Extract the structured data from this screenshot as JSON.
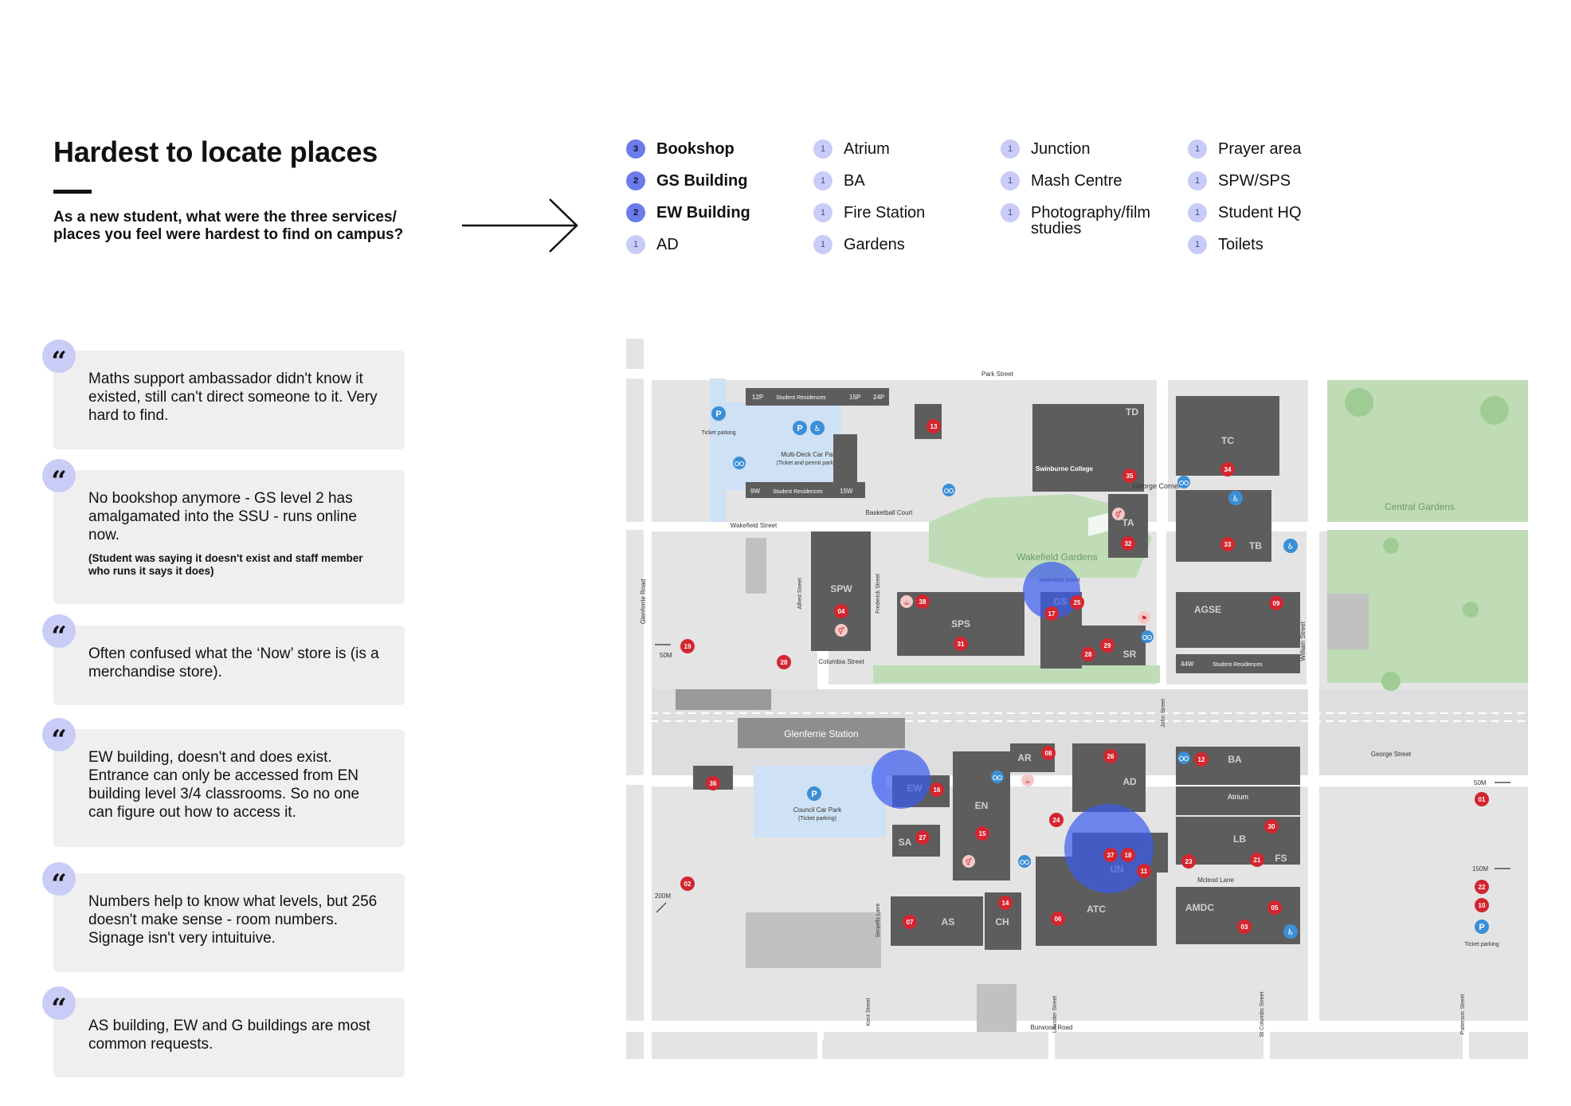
{
  "header": {
    "title": "Hardest to locate places",
    "question": "As a new student, what were the three services/ places you feel were hardest to find on campus?"
  },
  "legend": {
    "items": [
      {
        "count": "3",
        "label": "Bookshop",
        "bold": true
      },
      {
        "count": "2",
        "label": "GS Building",
        "bold": true
      },
      {
        "count": "2",
        "label": "EW Building",
        "bold": true
      },
      {
        "count": "1",
        "label": "AD",
        "bold": false
      },
      {
        "count": "1",
        "label": "Atrium",
        "bold": false
      },
      {
        "count": "1",
        "label": "BA",
        "bold": false
      },
      {
        "count": "1",
        "label": "Fire Station",
        "bold": false
      },
      {
        "count": "1",
        "label": "Gardens",
        "bold": false
      },
      {
        "count": "1",
        "label": "Junction",
        "bold": false
      },
      {
        "count": "1",
        "label": "Mash Centre",
        "bold": false
      },
      {
        "count": "1",
        "label": "Photography/film studies",
        "bold": false
      },
      {
        "count": "1",
        "label": "Prayer area",
        "bold": false
      },
      {
        "count": "1",
        "label": "SPW/SPS",
        "bold": false
      },
      {
        "count": "1",
        "label": "Student HQ",
        "bold": false
      },
      {
        "count": "1",
        "label": "Toilets",
        "bold": false
      }
    ]
  },
  "quotes": [
    {
      "text": "Maths support ambassador didn't know it existed, still can't direct someone to it. Very hard to find.",
      "note": ""
    },
    {
      "text": "No bookshop anymore - GS level 2 has amalgamated into the SSU - runs online now.",
      "note": "(Student was saying it doesn't exist and staff member who runs it says it does)"
    },
    {
      "text": "Often confused what the ‘Now’ store is (is a merchandise store).",
      "note": ""
    },
    {
      "text": "EW building, doesn't and does exist. Entrance can only be accessed from EN building level 3/4 classrooms. So no one can figure out how to access it.",
      "note": ""
    },
    {
      "text": "Numbers help to know what levels, but 256 doesn't make sense - room numbers. Signage isn't very intuituive.",
      "note": ""
    },
    {
      "text": "AS building, EW and G buildings are most common requests.",
      "note": ""
    }
  ],
  "map": {
    "streets": {
      "park": "Park Street",
      "wakefield": "Wakefield Street",
      "glenferrie": "Glenferrie Road",
      "alfred": "Alfred Street",
      "frederick": "Frederick Street",
      "columbia": "Columbia Street",
      "john": "John Street",
      "william": "William Street",
      "george": "George Street",
      "mcleod": "Mcleod Lane",
      "burwood": "Burwood Road",
      "serpells": "Serpells Lane",
      "kent": "Kent Street",
      "launder": "Launder Street",
      "stcolumbs": "St Columbs Street",
      "patterson": "Patterson Street",
      "basketball": "Basketball Court"
    },
    "places": {
      "central_gardens": "Central Gardens",
      "wakefield_gardens": "Wakefield Gardens",
      "glenferrie_station": "Glenferrie Station",
      "george_corner": "George Corner",
      "swinburne_college": "Swinburne College",
      "ticket_parking": "Ticket parking",
      "multideck": "Multi-Deck Car Park",
      "multideck_sub": "(Ticket and permit parking)",
      "council": "Council Car Park",
      "council_sub": "(Ticket parking)",
      "student_residences": "Student Residences",
      "atrium": "Atrium"
    },
    "distances": {
      "d50m_left": "50M",
      "d200m": "200M",
      "d50m_right": "50M",
      "d150m": "150M"
    },
    "buildings": [
      {
        "code": "TD"
      },
      {
        "code": "TC"
      },
      {
        "code": "TA"
      },
      {
        "code": "TB"
      },
      {
        "code": "SPW"
      },
      {
        "code": "SPS"
      },
      {
        "code": "GS"
      },
      {
        "code": "SR"
      },
      {
        "code": "AGSE"
      },
      {
        "code": "AR"
      },
      {
        "code": "AD"
      },
      {
        "code": "BA"
      },
      {
        "code": "EW"
      },
      {
        "code": "EN"
      },
      {
        "code": "SA"
      },
      {
        "code": "LB"
      },
      {
        "code": "FS"
      },
      {
        "code": "UN"
      },
      {
        "code": "ATC"
      },
      {
        "code": "AS"
      },
      {
        "code": "CH"
      },
      {
        "code": "AMDC"
      }
    ],
    "residence_labels": {
      "r12p": "12P",
      "r15p": "15P",
      "r24p": "24P",
      "r9w": "9W",
      "r15w": "15W",
      "r44w": "44W"
    },
    "markers": [
      "13",
      "35",
      "34",
      "32",
      "33",
      "38",
      "04",
      "31",
      "17",
      "25",
      "29",
      "28",
      "28",
      "19",
      "09",
      "08",
      "26",
      "12",
      "36",
      "16",
      "27",
      "15",
      "24",
      "37",
      "18",
      "11",
      "23",
      "21",
      "30",
      "01",
      "02",
      "07",
      "14",
      "06",
      "03",
      "05",
      "22",
      "10"
    ],
    "colors": {
      "building": "#5e5d5e",
      "road": "#ffffff",
      "block": "#e5e4e5",
      "green": "#bfdcb6",
      "water": "#cfe1f4",
      "marker": "#d3262f",
      "highlight": "#3b5bf0",
      "info": "#3a8fd6"
    }
  }
}
